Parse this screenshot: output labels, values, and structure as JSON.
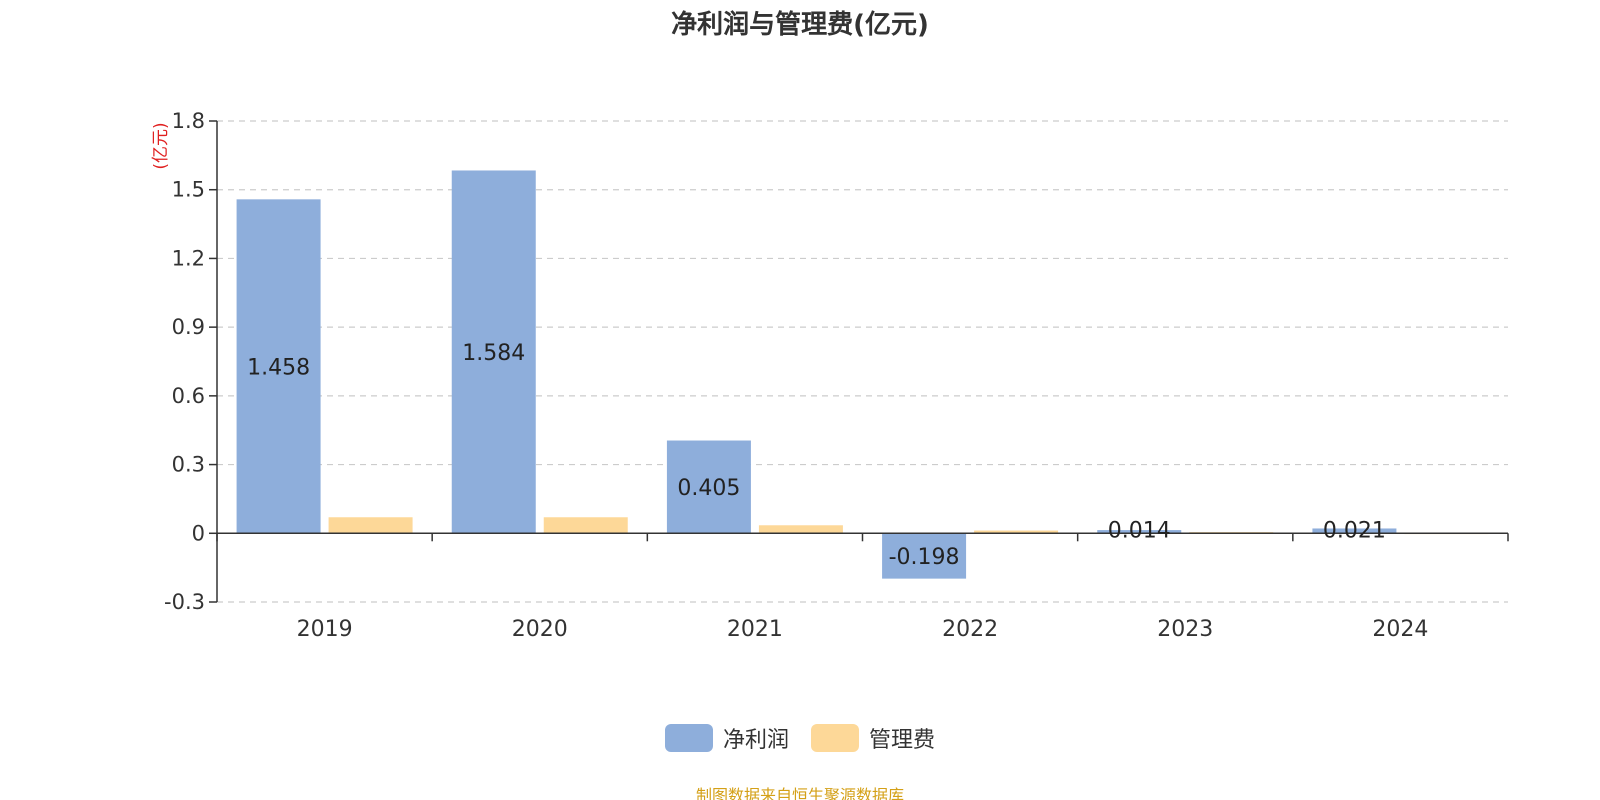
{
  "title": "净利润与管理费(亿元)",
  "source": "制图数据来自恒生聚源数据库",
  "colors": {
    "net_profit": "#8eaedb",
    "management_fee": "#fdd898",
    "axis": "#333333",
    "grid": "#cccccc",
    "unit_label": "#e02020"
  },
  "chart_data": {
    "type": "bar",
    "title": "净利润与管理费(亿元)",
    "categories": [
      "2019",
      "2020",
      "2021",
      "2022",
      "2023",
      "2024"
    ],
    "series": [
      {
        "name": "净利润",
        "values": [
          1.458,
          1.584,
          0.405,
          -0.198,
          0.014,
          0.021
        ],
        "data_labels": [
          "1.458",
          "1.584",
          "0.405",
          "-0.198",
          "0.014",
          "0.021"
        ]
      },
      {
        "name": "管理费",
        "values": [
          0.07,
          0.07,
          0.035,
          0.012,
          0.005,
          0.003
        ]
      }
    ],
    "ylabel": "(亿元)",
    "ylim": [
      -0.3,
      1.8
    ],
    "yticks": [
      -0.3,
      0,
      0.3,
      0.6,
      0.9,
      1.2,
      1.5,
      1.8
    ],
    "ytick_labels": [
      "-0.3",
      "0",
      "0.3",
      "0.6",
      "0.9",
      "1.2",
      "1.5",
      "1.8"
    ],
    "grid": true,
    "legend_position": "bottom"
  }
}
